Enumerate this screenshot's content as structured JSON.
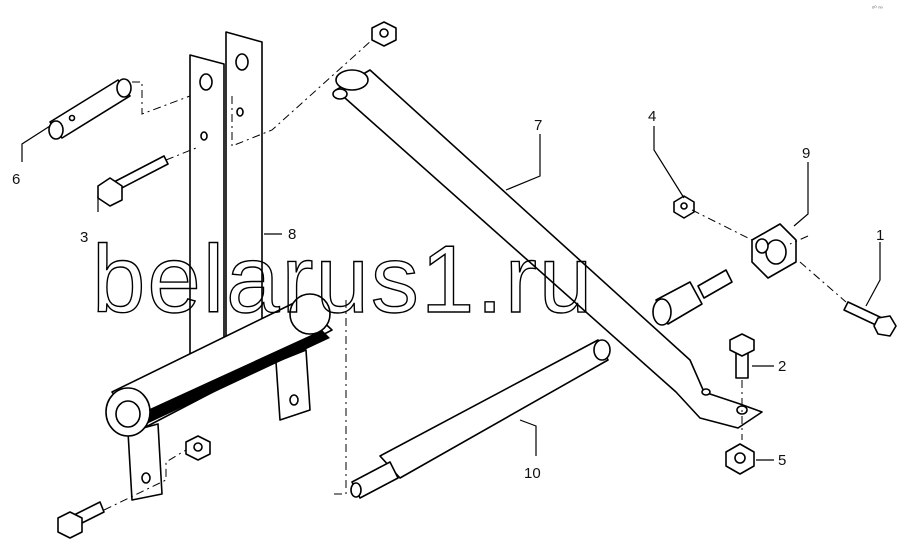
{
  "watermark": "belarus1.ru",
  "corner_mark": "ᵒ⁰ ⁿⁿ",
  "labels": {
    "l1": "1",
    "l2": "2",
    "l3": "3",
    "l4": "4",
    "l5": "5",
    "l6": "6",
    "l7": "7",
    "l8": "8",
    "l9": "9",
    "l10": "10"
  }
}
